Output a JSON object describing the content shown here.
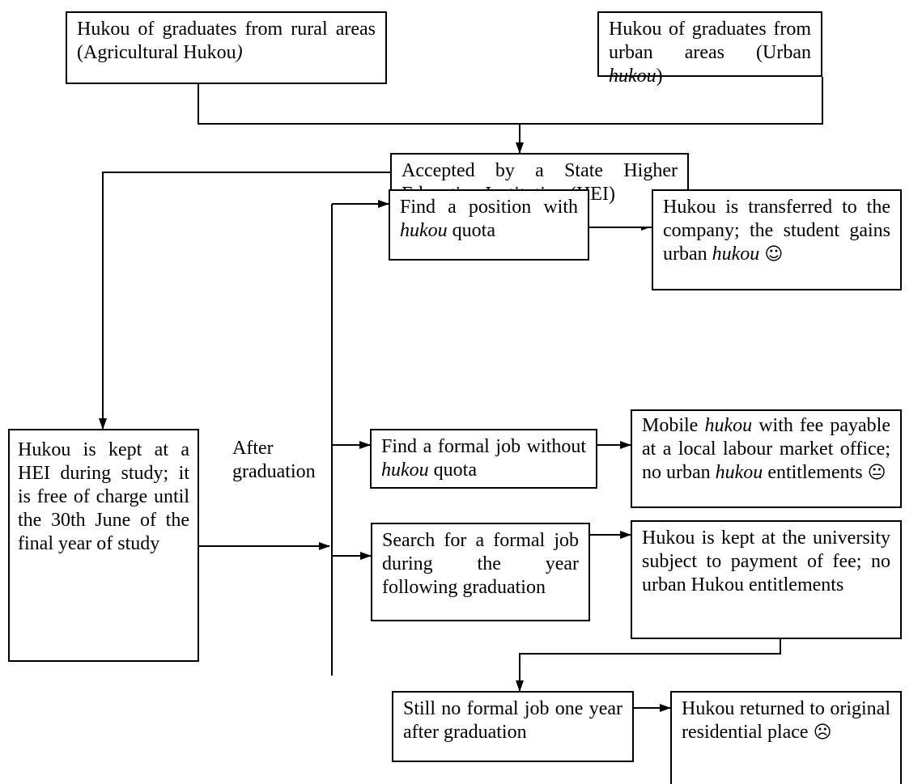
{
  "nodes": {
    "rural": {
      "a": "Hukou of graduates from rural areas (Agricultural Hukou",
      "b": ")"
    },
    "urban": {
      "a": "Hukou of graduates from urban areas (Urban ",
      "em": "hukou",
      "b": ")"
    },
    "hei": {
      "text": "Accepted by a State Higher Education Institution (HEI)"
    },
    "kept": {
      "text": "Hukou is kept at a HEI during study; it is free of charge until the 30th June of the final year of study"
    },
    "position": {
      "a": "Find a position with ",
      "em": "hukou",
      "b": " quota"
    },
    "transferred": {
      "a": "Hukou is transferred to the company; the student gains urban ",
      "em": "hukou",
      "emoji": "☺"
    },
    "formal": {
      "a": "Find a formal job without ",
      "em": "hukou",
      "b": " quota"
    },
    "mobile": {
      "a": "Mobile ",
      "em1": "hukou",
      "b": " with fee payable at a local labour market office; no urban ",
      "em2": "hukou",
      "c": " entitlements ",
      "emoji": "😐"
    },
    "search": {
      "text": "Search for a formal job during the year following graduation"
    },
    "university": {
      "text": "Hukou is kept at the university subject to payment of fee; no urban Hukou entitlements"
    },
    "still": {
      "text": "Still no formal job one year after graduation"
    },
    "returned": {
      "a": "Hukou returned to original residential place ",
      "emoji": "☹"
    }
  },
  "label_after": "After graduation"
}
